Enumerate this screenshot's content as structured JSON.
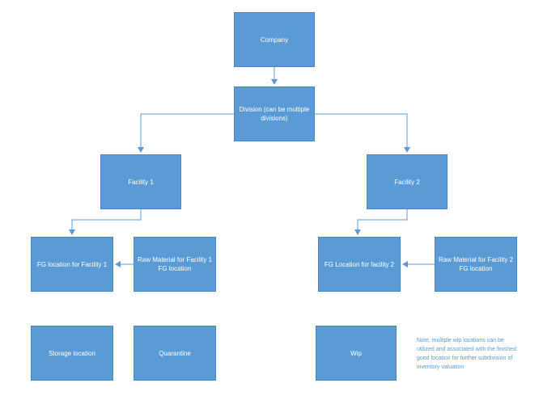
{
  "diagram": {
    "nodes": {
      "company": "Company",
      "division": "Division (can be multiple divisions)",
      "facility1": "Facility 1",
      "facility2": "Facility 2",
      "fg1": "FG location for Facility 1",
      "raw1": "Raw Material for Facility 1 FG location",
      "fg2": "FG Location for facility 2",
      "raw2": "Raw Material for Facility 2 FG location",
      "storage": "Storage location",
      "quarantine": "Quarantine",
      "wip": "Wip"
    },
    "note": "Note, multiple wip locations can be utilized and associated with the finished good location for further subdivision of inventory valuation",
    "colors": {
      "box_fill": "#5b9bd5",
      "box_border": "#4a86c2",
      "box_text": "#ffffff",
      "connector": "#5b9bd5",
      "note_text": "#5b9bd5"
    }
  }
}
